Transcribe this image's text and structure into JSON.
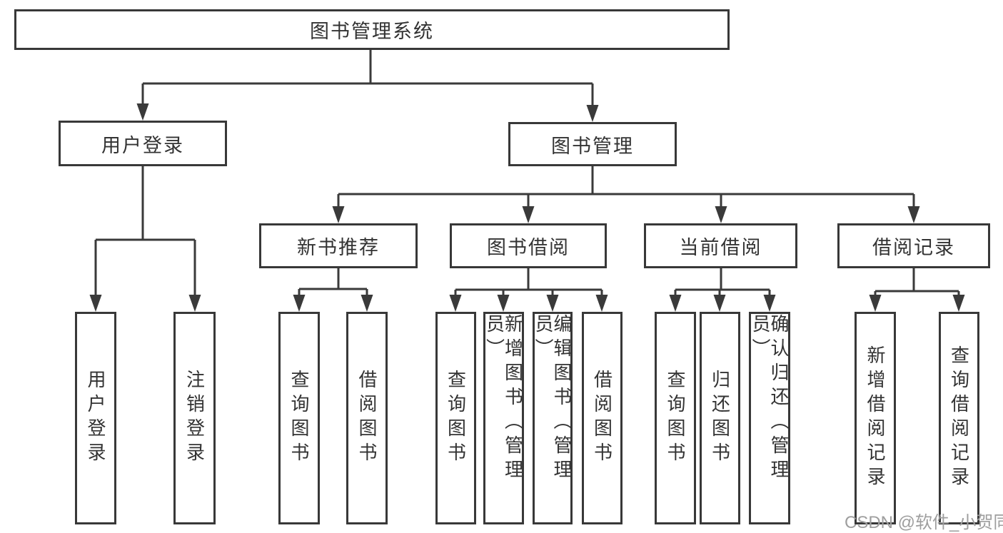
{
  "diagram": {
    "root": {
      "label": "图书管理系统"
    },
    "level2": [
      {
        "label": "用户登录"
      },
      {
        "label": "图书管理"
      }
    ],
    "level3": [
      {
        "label": "新书推荐"
      },
      {
        "label": "图书借阅"
      },
      {
        "label": "当前借阅"
      },
      {
        "label": "借阅记录"
      }
    ],
    "leaves": [
      {
        "label": "用户登录",
        "parent": "用户登录"
      },
      {
        "label": "注销登录",
        "parent": "用户登录"
      },
      {
        "label": "查询图书",
        "parent": "新书推荐"
      },
      {
        "label": "借阅图书",
        "parent": "新书推荐"
      },
      {
        "label": "查询图书",
        "parent": "图书借阅"
      },
      {
        "label": "新增图书（管理员）",
        "parent": "图书借阅"
      },
      {
        "label": "编辑图书（管理员）",
        "parent": "图书借阅"
      },
      {
        "label": "借阅图书",
        "parent": "图书借阅"
      },
      {
        "label": "查询图书",
        "parent": "当前借阅"
      },
      {
        "label": "归还图书",
        "parent": "当前借阅"
      },
      {
        "label": "确认归还（管理员）",
        "parent": "当前借阅"
      },
      {
        "label": "新增借阅记录",
        "parent": "借阅记录"
      },
      {
        "label": "查询借阅记录",
        "parent": "借阅记录"
      }
    ]
  },
  "watermark": "CSDN @软件_小贺同学",
  "colors": {
    "line": "#3a3a3a",
    "border": "#383838",
    "text": "#333333",
    "watermark": "#9e9e9e",
    "background": "#ffffff"
  }
}
